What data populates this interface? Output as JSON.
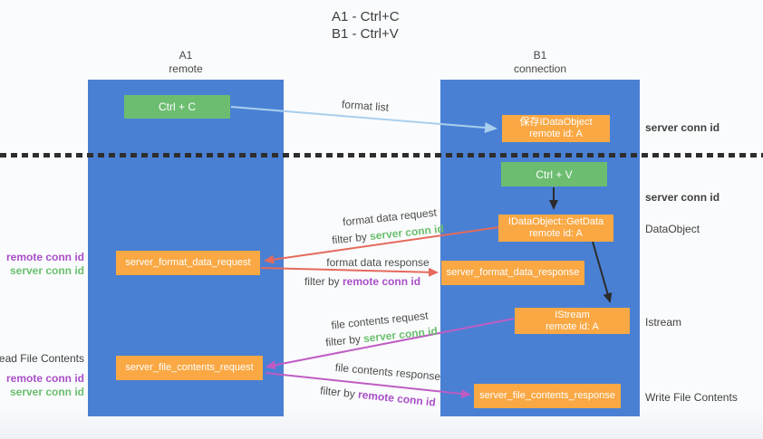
{
  "title": {
    "line1": "A1 - Ctrl+C",
    "line2": "B1 - Ctrl+V"
  },
  "lanes": {
    "a1": {
      "name": "A1",
      "role": "remote"
    },
    "b1": {
      "name": "B1",
      "role": "connection"
    }
  },
  "boxes": {
    "ctrl_c": {
      "label": "Ctrl + C"
    },
    "ctrl_v": {
      "label": "Ctrl + V"
    },
    "save_dataobject": {
      "line1": "保存IDataObject",
      "line2": "remote id: A"
    },
    "getdata": {
      "line1": "IDataObject::GetData",
      "line2": "remote id: A"
    },
    "format_request": {
      "label": "server_format_data_request"
    },
    "format_response": {
      "label": "server_format_data_response"
    },
    "istream": {
      "line1": "IStream",
      "line2": "remote id: A"
    },
    "file_request": {
      "label": "server_file_contents_request"
    },
    "file_response": {
      "label": "server_file_contents_response"
    }
  },
  "flow_labels": {
    "format_list": "format list",
    "format_data_request": "format data request",
    "format_filter_request": {
      "prefix": "filter by",
      "value": "server conn id"
    },
    "format_data_response": "format data response",
    "format_filter_response": {
      "prefix": "filter by",
      "value": "remote conn id"
    },
    "file_contents_request": "file contents request",
    "file_filter_request": {
      "prefix": "filter by",
      "value": "server conn id"
    },
    "file_contents_response": "file contents response",
    "file_filter_response": {
      "prefix": "filter by",
      "value": "remote conn id"
    }
  },
  "side_labels": {
    "right_server_conn_top": "server conn id",
    "right_server_conn_mid": "server conn id",
    "right_dataobject": "DataObject",
    "right_istream": "Istream",
    "right_write_file_contents": "Write File Contents",
    "left_remote_conn_top": "remote conn id",
    "left_server_conn_top": "server conn id",
    "left_read_file_contents": "Read File Contents",
    "left_remote_conn_bottom": "remote conn id",
    "left_server_conn_bottom": "server conn id"
  },
  "colors": {
    "lane_blue": "#4a80d3",
    "action_green": "#6cbd70",
    "object_orange": "#f9a844",
    "arrow_light_blue": "#a9cfee",
    "arrow_red": "#e56a5d",
    "arrow_magenta": "#bf5cc4",
    "arrow_black": "#2b2b2b",
    "highlight_green_text": "#6abf6e",
    "highlight_purple_text": "#a94fc8"
  }
}
